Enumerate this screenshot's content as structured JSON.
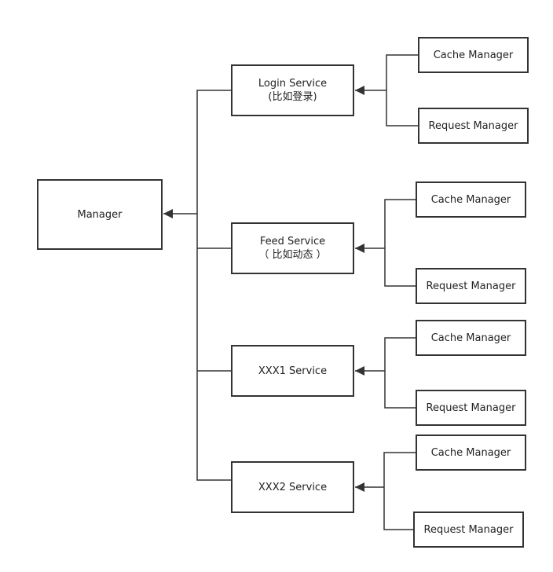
{
  "diagram": {
    "root": {
      "label": "Manager"
    },
    "services": [
      {
        "line1": "Login Service",
        "line2": "(比如登录)"
      },
      {
        "line1": "Feed Service",
        "line2": "（ 比如动态 ）"
      },
      {
        "line1": "XXX1 Service",
        "line2": ""
      },
      {
        "line1": "XXX2 Service",
        "line2": ""
      }
    ],
    "children": [
      {
        "cache": "Cache Manager",
        "request": "Request Manager"
      },
      {
        "cache": "Cache Manager",
        "request": "Request Manager"
      },
      {
        "cache": "Cache Manager",
        "request": "Request Manager"
      },
      {
        "cache": "Cache Manager",
        "request": "Request Manager"
      }
    ],
    "colors": {
      "stroke": "#333333",
      "text": "#222222",
      "background": "#ffffff"
    }
  }
}
